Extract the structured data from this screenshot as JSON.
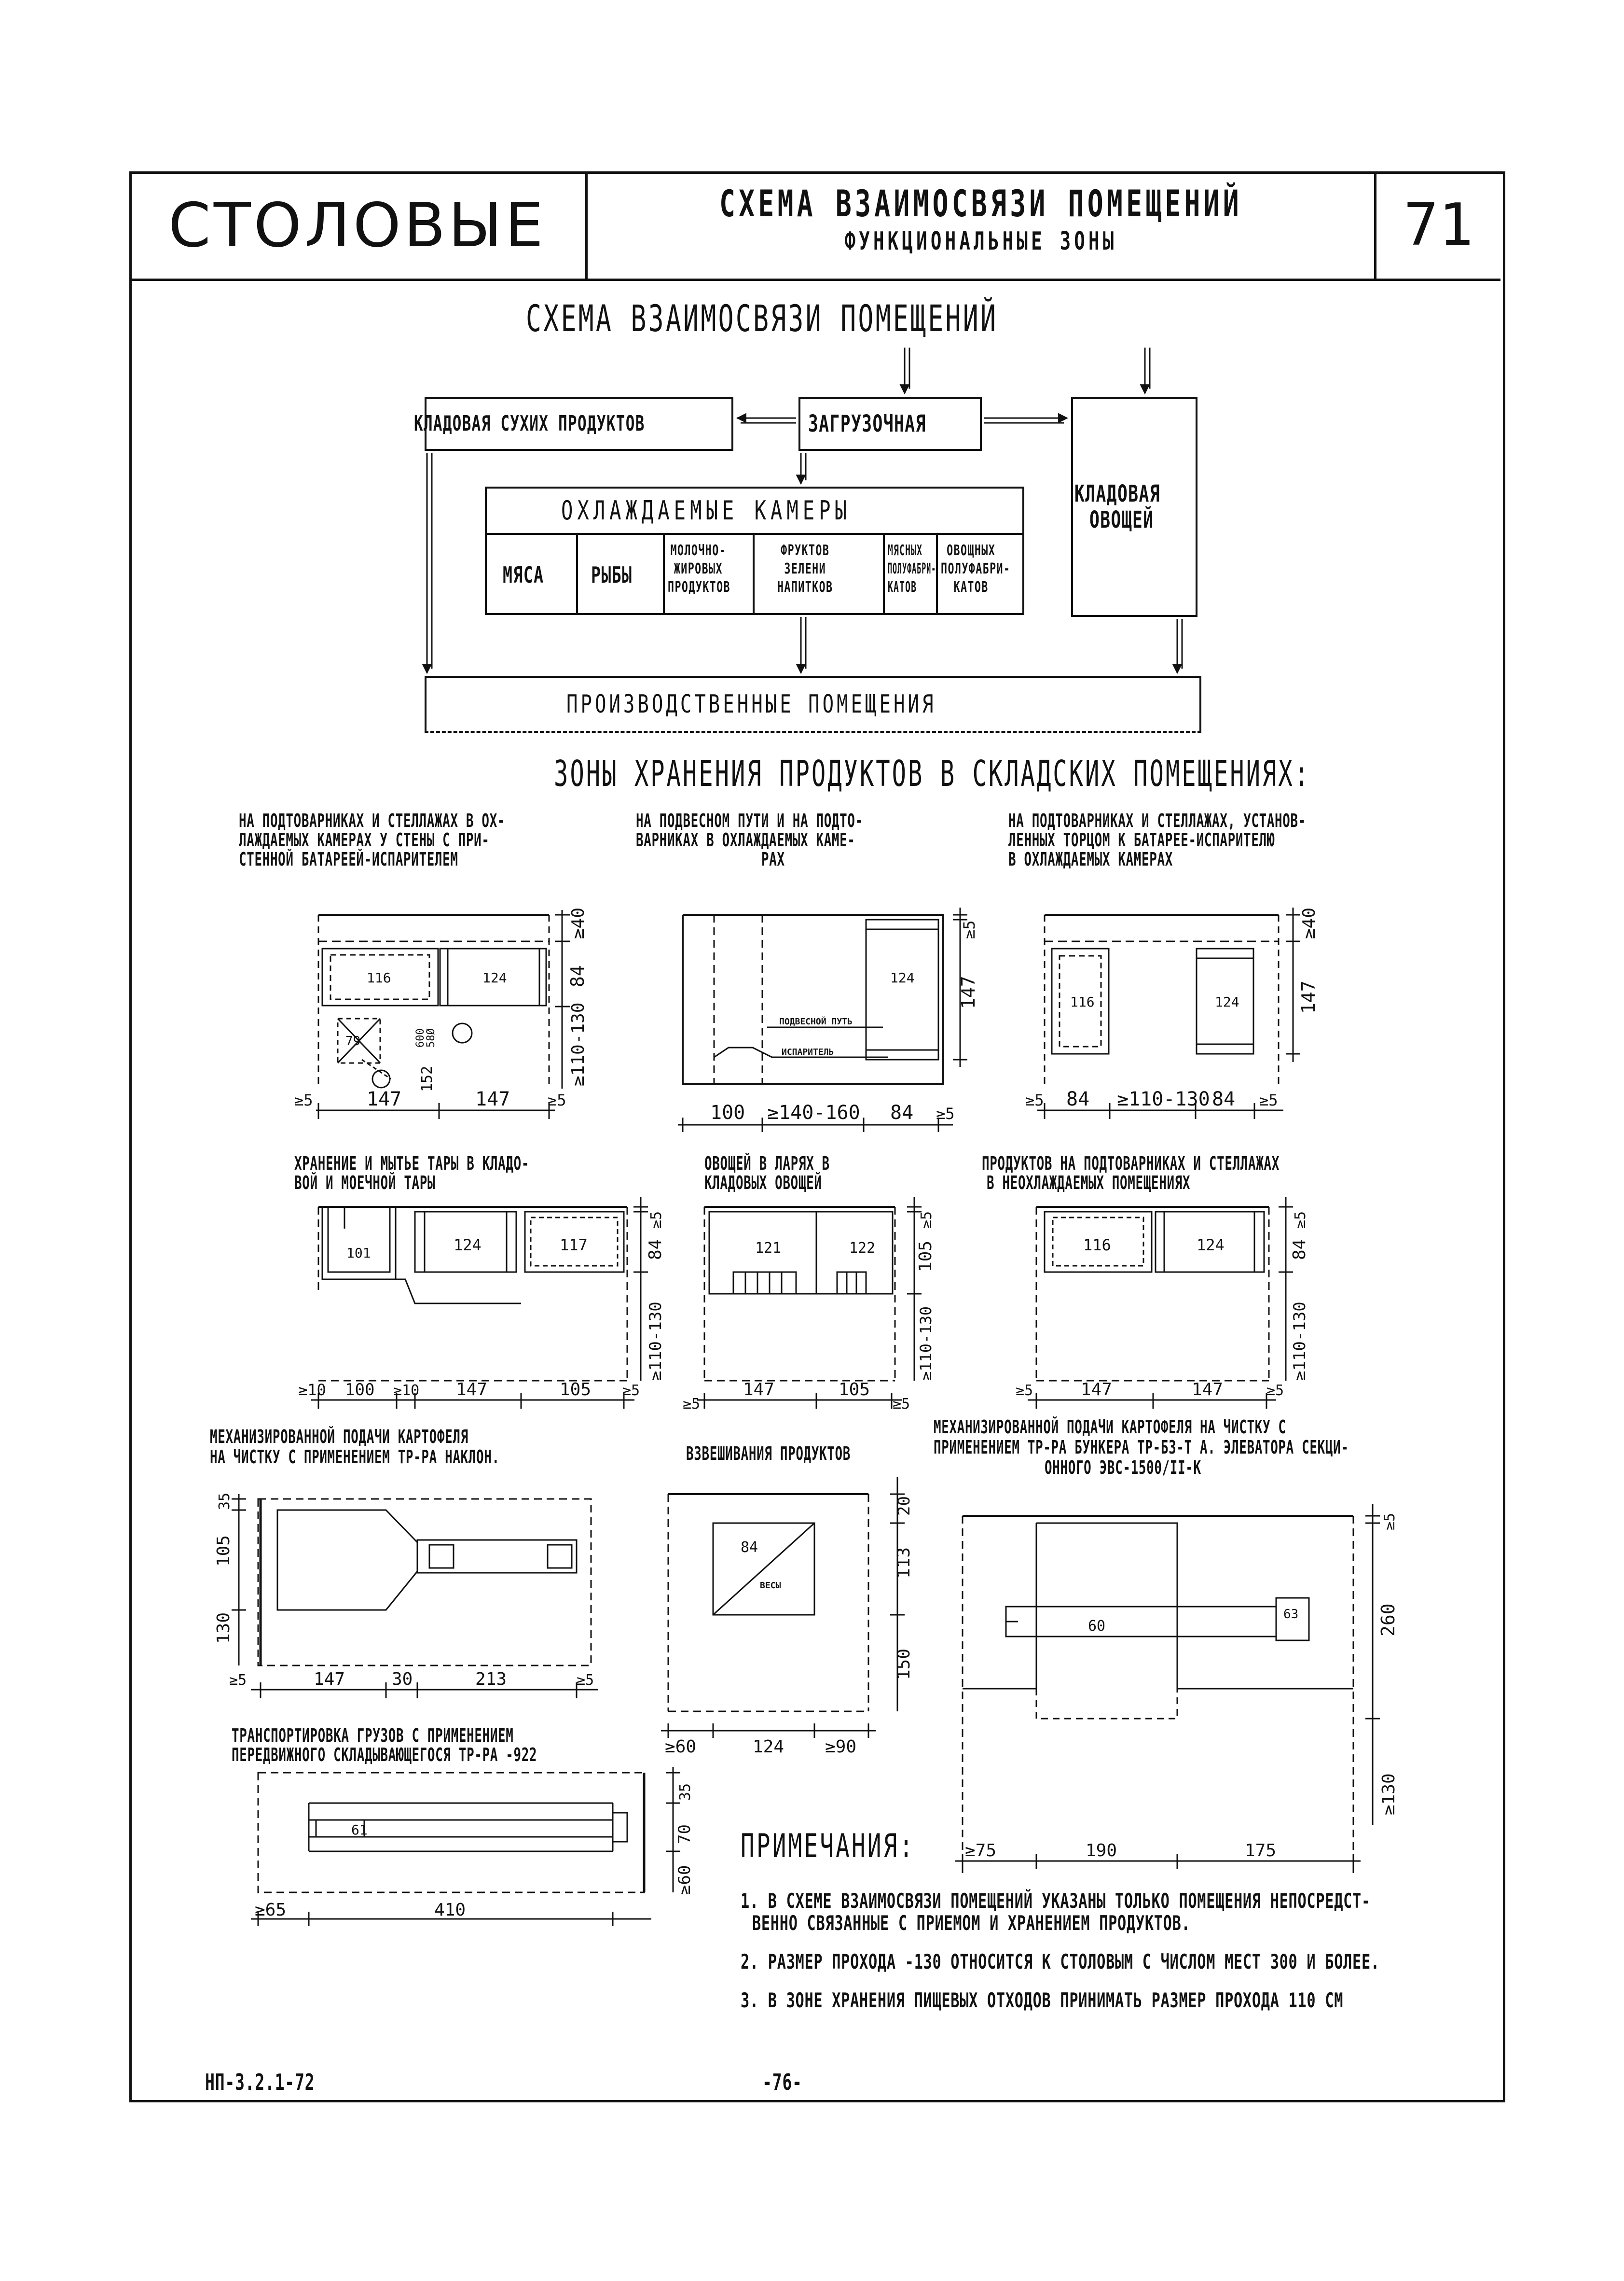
{
  "header": {
    "section": "СТОЛОВЫЕ",
    "title": "СХЕМА ВЗАИМОСВЯЗИ ПОМЕЩЕНИЙ",
    "subtitle": "ФУНКЦИОНАЛЬНЫЕ ЗОНЫ",
    "sheet_number": "71"
  },
  "scheme": {
    "title": "СХЕМА ВЗАИМОСВЯЗИ ПОМЕЩЕНИЙ",
    "dry_storage": "КЛАДОВАЯ СУХИХ ПРОДУКТОВ",
    "loading": "ЗАГРУЗОЧНАЯ",
    "veg_storage_1": "КЛАДОВАЯ",
    "veg_storage_2": "ОВОЩЕЙ",
    "cooled": "ОХЛАЖДАЕМЫЕ КАМЕРЫ",
    "cells": [
      {
        "l1": "МЯСА",
        "l2": "",
        "l3": ""
      },
      {
        "l1": "РЫБЫ",
        "l2": "",
        "l3": ""
      },
      {
        "l1": "МОЛОЧНО-",
        "l2": "ЖИРОВЫХ",
        "l3": "ПРОДУКТОВ"
      },
      {
        "l1": "ФРУКТОВ",
        "l2": "ЗЕЛЕНИ",
        "l3": "НАПИТКОВ"
      },
      {
        "l1": "МЯСНЫХ",
        "l2": "ПОЛУФАБРИ-",
        "l3": "КАТОВ"
      },
      {
        "l1": "ОВОЩНЫХ",
        "l2": "ПОЛУФАБРИ-",
        "l3": "КАТОВ"
      }
    ],
    "production": "ПРОИЗВОДСТВЕННЫЕ ПОМЕЩЕНИЯ"
  },
  "zones_title": "ЗОНЫ ХРАНЕНИЯ ПРОДУКТОВ В СКЛАДСКИХ ПОМЕЩЕНИЯХ:",
  "captions": {
    "a1": "НА ПОДТОВАРНИКАХ И СТЕЛЛАЖАХ В ОХ-",
    "a2": "ЛАЖДАЕМЫХ КАМЕРАХ У СТЕНЫ С ПРИ-",
    "a3": "СТЕННОЙ БАТАРЕЕЙ-ИСПАРИТЕЛЕМ",
    "b1": "НА ПОДВЕСНОМ ПУТИ И НА ПОДТО-",
    "b2": "ВАРНИКАХ В ОХЛАЖДАЕМЫХ КАМЕ-",
    "b3": "РАХ",
    "c1": "НА ПОДТОВАРНИКАХ И СТЕЛЛАЖАХ, УСТАНОВ-",
    "c2": "ЛЕННЫХ ТОРЦОМ К БАТАРЕЕ-ИСПАРИТЕЛЮ",
    "c3": "В ОХЛАЖДАЕМЫХ КАМЕРАХ",
    "d1": "ХРАНЕНИЕ И МЫТЬЕ ТАРЫ В КЛАДО-",
    "d2": "ВОЙ И МОЕЧНОЙ ТАРЫ",
    "e1": "ОВОЩЕЙ В ЛАРЯХ В",
    "e2": "КЛАДОВЫХ ОВОЩЕЙ",
    "f1": "ПРОДУКТОВ НА ПОДТОВАРНИКАХ И СТЕЛЛАЖАХ",
    "f2": "В НЕОХЛАЖДАЕМЫХ ПОМЕЩЕНИЯХ",
    "g1": "МЕХАНИЗИРОВАННОЙ ПОДАЧИ КАРТОФЕЛЯ",
    "g2": "НА ЧИСТКУ С ПРИМЕНЕНИЕМ ТР-РА НАКЛОН.",
    "h1": "ВЗВЕШИВАНИЯ ПРОДУКТОВ",
    "i1": "МЕХАНИЗИРОВАННОЙ ПОДАЧИ КАРТОФЕЛЯ НА ЧИСТКУ С",
    "i2": "ПРИМЕНЕНИЕМ ТР-РА БУНКЕРА ТР-БЗ-Т А. ЭЛЕВАТОРА СЕКЦИ-",
    "i3": "ОННОГО ЭВС-1500/II-К",
    "j1": "ТРАНСПОРТИРОВКА ГРУЗОВ С ПРИМЕНЕНИЕМ",
    "j2": "ПЕРЕДВИЖНОГО СКЛАДЫВАЮЩЕГОСЯ ТР-РА -922"
  },
  "dims": {
    "a": {
      "d1": "147",
      "d2": "147",
      "ge5": "≥5",
      "v40": "≥40",
      "v84": "84",
      "v110": "≥110-130",
      "n116": "116",
      "n124": "124",
      "n79": "79",
      "n600": "600",
      "n152": "152",
      "n58": "58Ø"
    },
    "b": {
      "d100": "100",
      "d140": "≥140-160",
      "d84": "84",
      "ge5": "≥5",
      "v5": "≥5",
      "v147": "147",
      "n124": "124",
      "track": "ПОДВЕСНОЙ ПУТЬ",
      "evap": "ИСПАРИТЕЛЬ"
    },
    "c": {
      "d84a": "84",
      "d110": "≥110-130",
      "d84b": "84",
      "ge5": "≥5",
      "v40": "≥40",
      "v147": "147",
      "n116": "116",
      "n124": "124"
    },
    "d": {
      "d10": "≥10",
      "d100": "100",
      "d10b": "≥10",
      "d147": "147",
      "d105": "105",
      "ge5": "≥5",
      "v5": "≥5",
      "v84": "84",
      "v110": "≥110-130",
      "n101": "101",
      "n124": "124",
      "n117": "117"
    },
    "e": {
      "d147": "147",
      "d105": "105",
      "ge5": "≥5",
      "v5": "≥5",
      "v105": "105",
      "v130": "≥110-130",
      "n121": "121",
      "n122": "122"
    },
    "f": {
      "d147a": "147",
      "d147b": "147",
      "ge5": "≥5",
      "v5": "≥5",
      "v84": "84",
      "v110": "≥110-130",
      "n116": "116",
      "n124": "124"
    },
    "g": {
      "d147": "147",
      "d30": "30",
      "d213": "213",
      "ge5": "≥5",
      "v35": "35",
      "v105": "105",
      "v130": "130"
    },
    "h": {
      "d60": "≥60",
      "d124": "124",
      "d90": "≥90",
      "v20": "20",
      "v113": "113",
      "v150": "150",
      "n84": "84",
      "scales": "ВЕСЫ"
    },
    "i": {
      "d75": "≥75",
      "d190": "190",
      "d175": "175",
      "v5": "≥5",
      "v260": "260",
      "v130": "≥130",
      "n60": "60",
      "n63": "63"
    },
    "j": {
      "d65": "≥65",
      "d410": "410",
      "v35": "35",
      "v70": "70",
      "v60": "≥60",
      "n61": "61"
    }
  },
  "notes": {
    "title": "ПРИМЕЧАНИЯ:",
    "n1a": "1. В СХЕМЕ ВЗАИМОСВЯЗИ ПОМЕЩЕНИЙ УКАЗАНЫ ТОЛЬКО ПОМЕЩЕНИЯ НЕПОСРЕДСТ-",
    "n1b": "ВЕННО СВЯЗАННЫЕ С ПРИЕМОМ И ХРАНЕНИЕМ ПРОДУКТОВ.",
    "n2": "2. РАЗМЕР ПРОХОДА -130 ОТНОСИТСЯ К СТОЛОВЫМ С ЧИСЛОМ МЕСТ 300 И БОЛЕЕ.",
    "n3": "3. В ЗОНЕ ХРАНЕНИЯ ПИЩЕВЫХ ОТХОДОВ ПРИНИМАТЬ РАЗМЕР ПРОХОДА 110 СМ"
  },
  "footer": {
    "code": "НП-3.2.1-72",
    "page": "-76-"
  }
}
